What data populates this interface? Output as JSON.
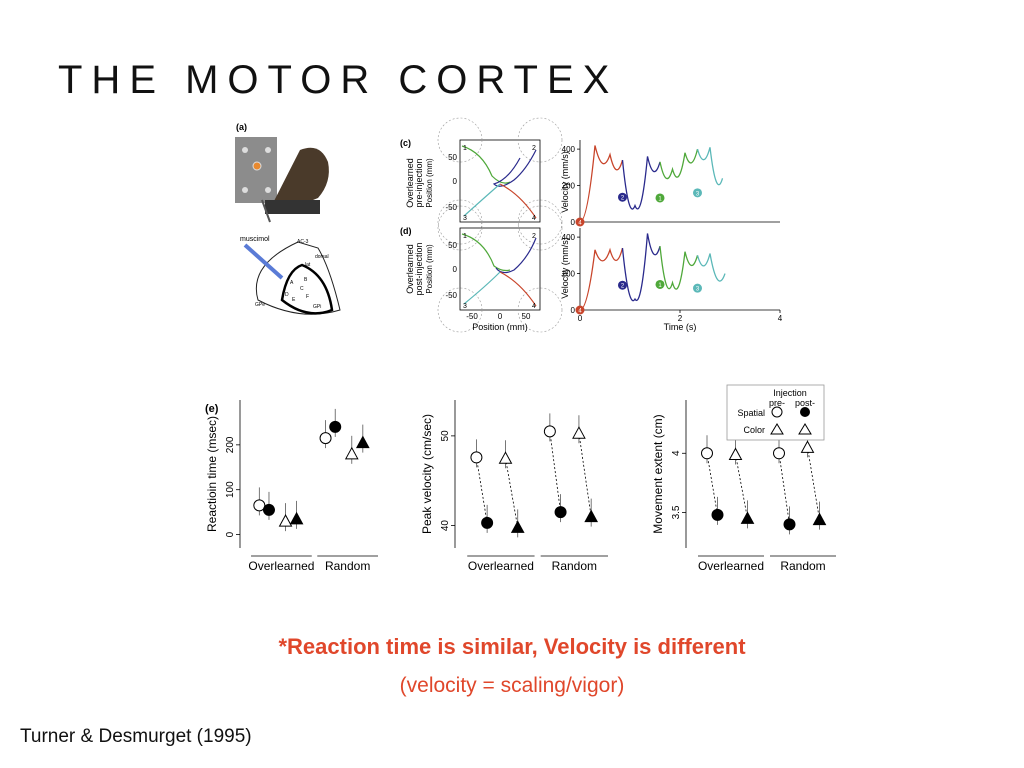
{
  "slide": {
    "title": "THE MOTOR CORTEX",
    "note_bold": "*Reaction time is similar, Velocity is different",
    "note_sub": "(velocity = scaling/vigor)",
    "citation": "Turner & Desmurget (1995)"
  },
  "colors": {
    "note": "#e0472b",
    "trace_red": "#c8452b",
    "trace_blue": "#2a2a8c",
    "trace_green": "#4fa83a",
    "trace_cyan": "#5bb8b8"
  },
  "panel_a": {
    "label": "(a)",
    "injection_label": "muscimol",
    "area_labels": [
      "AC-3",
      "dorsal",
      "lat",
      "A",
      "B",
      "C",
      "D",
      "E",
      "F",
      "GPe",
      "GPi"
    ]
  },
  "panel_c": {
    "label": "(c)",
    "row_label": [
      "Overlearned",
      "pre-injection"
    ],
    "ylabel": "Position (mm)",
    "velocity_ylabel": "Velocity (mm/s)",
    "corner_numbers": [
      "1",
      "2",
      "3",
      "4"
    ]
  },
  "panel_d": {
    "label": "(d)",
    "row_label": [
      "Overlearned",
      "post-injection"
    ],
    "ylabel": "Position (mm)",
    "xlabel": "Position (mm)",
    "velocity_ylabel": "Velocity (mm/s)",
    "velocity_xlabel": "Time (s)"
  },
  "legend": {
    "title": "Injection",
    "pre": "pre-",
    "post": "post-",
    "row1": "Spatial",
    "row2": "Color"
  },
  "chart_data": [
    {
      "type": "line",
      "title": "",
      "xlabel": "Time (s)",
      "ylabel": "Velocity (mm/s)",
      "xlim": [
        0,
        4
      ],
      "ylim": [
        0,
        450
      ],
      "xticks": [
        "0",
        "2",
        "4"
      ],
      "yticks": [
        "0",
        "200",
        "400"
      ],
      "marker_labels": [
        "4",
        "2",
        "1",
        "3"
      ],
      "series": [
        {
          "name": "pre-injection",
          "t": [
            0,
            0.3,
            0.6,
            0.85,
            1.1,
            1.35,
            1.6,
            1.85,
            2.1,
            2.35,
            2.6,
            2.85
          ],
          "v": [
            0,
            420,
            370,
            340,
            90,
            360,
            330,
            290,
            380,
            400,
            410,
            240
          ]
        },
        {
          "name": "post-injection",
          "t": [
            0,
            0.3,
            0.6,
            0.85,
            1.1,
            1.35,
            1.6,
            1.85,
            2.1,
            2.35,
            2.6,
            2.9
          ],
          "v": [
            0,
            330,
            330,
            340,
            60,
            420,
            350,
            150,
            320,
            300,
            310,
            200
          ]
        }
      ]
    },
    {
      "type": "scatter",
      "title": "(e)",
      "ylabel": "Reactioin time (msec)",
      "categories": [
        "Overlearned",
        "Random"
      ],
      "yticks": [
        "0",
        "100",
        "200"
      ],
      "ylim": [
        -30,
        300
      ],
      "series": [
        {
          "name": "Spatial pre-",
          "values": [
            65,
            215
          ]
        },
        {
          "name": "Spatial post-",
          "values": [
            55,
            240
          ]
        },
        {
          "name": "Color pre-",
          "values": [
            30,
            180
          ]
        },
        {
          "name": "Color post-",
          "values": [
            35,
            205
          ]
        }
      ]
    },
    {
      "type": "scatter",
      "ylabel": "Peak velocity (cm/sec)",
      "categories": [
        "Overlearned",
        "Random"
      ],
      "yticks": [
        "40",
        "50"
      ],
      "ylim": [
        37.5,
        54
      ],
      "series": [
        {
          "name": "Spatial pre-",
          "values": [
            47.6,
            50.5
          ]
        },
        {
          "name": "Spatial post-",
          "values": [
            40.3,
            41.5
          ]
        },
        {
          "name": "Color pre-",
          "values": [
            47.5,
            50.3
          ]
        },
        {
          "name": "Color post-",
          "values": [
            39.8,
            41.0
          ]
        }
      ]
    },
    {
      "type": "scatter",
      "ylabel": "Movement extent (cm)",
      "categories": [
        "Overlearned",
        "Random"
      ],
      "yticks": [
        "3.5",
        "4"
      ],
      "ylim": [
        3.2,
        4.45
      ],
      "series": [
        {
          "name": "Spatial pre-",
          "values": [
            4.0,
            4.0
          ]
        },
        {
          "name": "Spatial post-",
          "values": [
            3.48,
            3.4
          ]
        },
        {
          "name": "Color pre-",
          "values": [
            3.99,
            4.05
          ]
        },
        {
          "name": "Color post-",
          "values": [
            3.45,
            3.44
          ]
        }
      ]
    }
  ]
}
